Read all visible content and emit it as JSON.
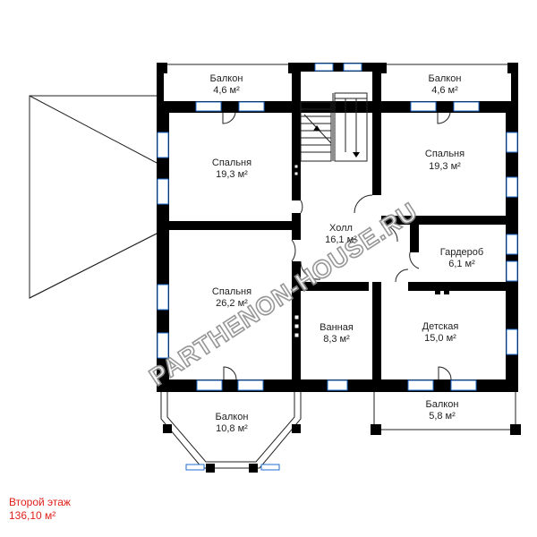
{
  "colors": {
    "wall": "#000000",
    "window": "#1e6ecf",
    "thin_line": "#222222",
    "caption": "#e0201a",
    "watermark": "#8c8c8c"
  },
  "rooms": [
    {
      "key": "balcony_tl",
      "name": "Балкон",
      "area": "4,6 м²"
    },
    {
      "key": "balcony_tr",
      "name": "Балкон",
      "area": "4,6 м²"
    },
    {
      "key": "bedroom_tl",
      "name": "Спальня",
      "area": "19,3 м²"
    },
    {
      "key": "bedroom_tr",
      "name": "Спальня",
      "area": "19,3 м²"
    },
    {
      "key": "hall",
      "name": "Холл",
      "area": "16,1 м²"
    },
    {
      "key": "wardrobe",
      "name": "Гардероб",
      "area": "6,1 м²"
    },
    {
      "key": "bedroom_l",
      "name": "Спальня",
      "area": "26,2 м²"
    },
    {
      "key": "bathroom",
      "name": "Ванная",
      "area": "8,3 м²"
    },
    {
      "key": "kids_room",
      "name": "Детская",
      "area": "15,0 м²"
    },
    {
      "key": "balcony_bay",
      "name": "Балкон",
      "area": "10,8 м²"
    },
    {
      "key": "balcony_br",
      "name": "Балкон",
      "area": "5,8 м²"
    }
  ],
  "floor": {
    "name": "Второй этаж",
    "total_area": "136,10 м²"
  },
  "watermark": {
    "text": "PARTHENON-HOUSE.RU"
  }
}
